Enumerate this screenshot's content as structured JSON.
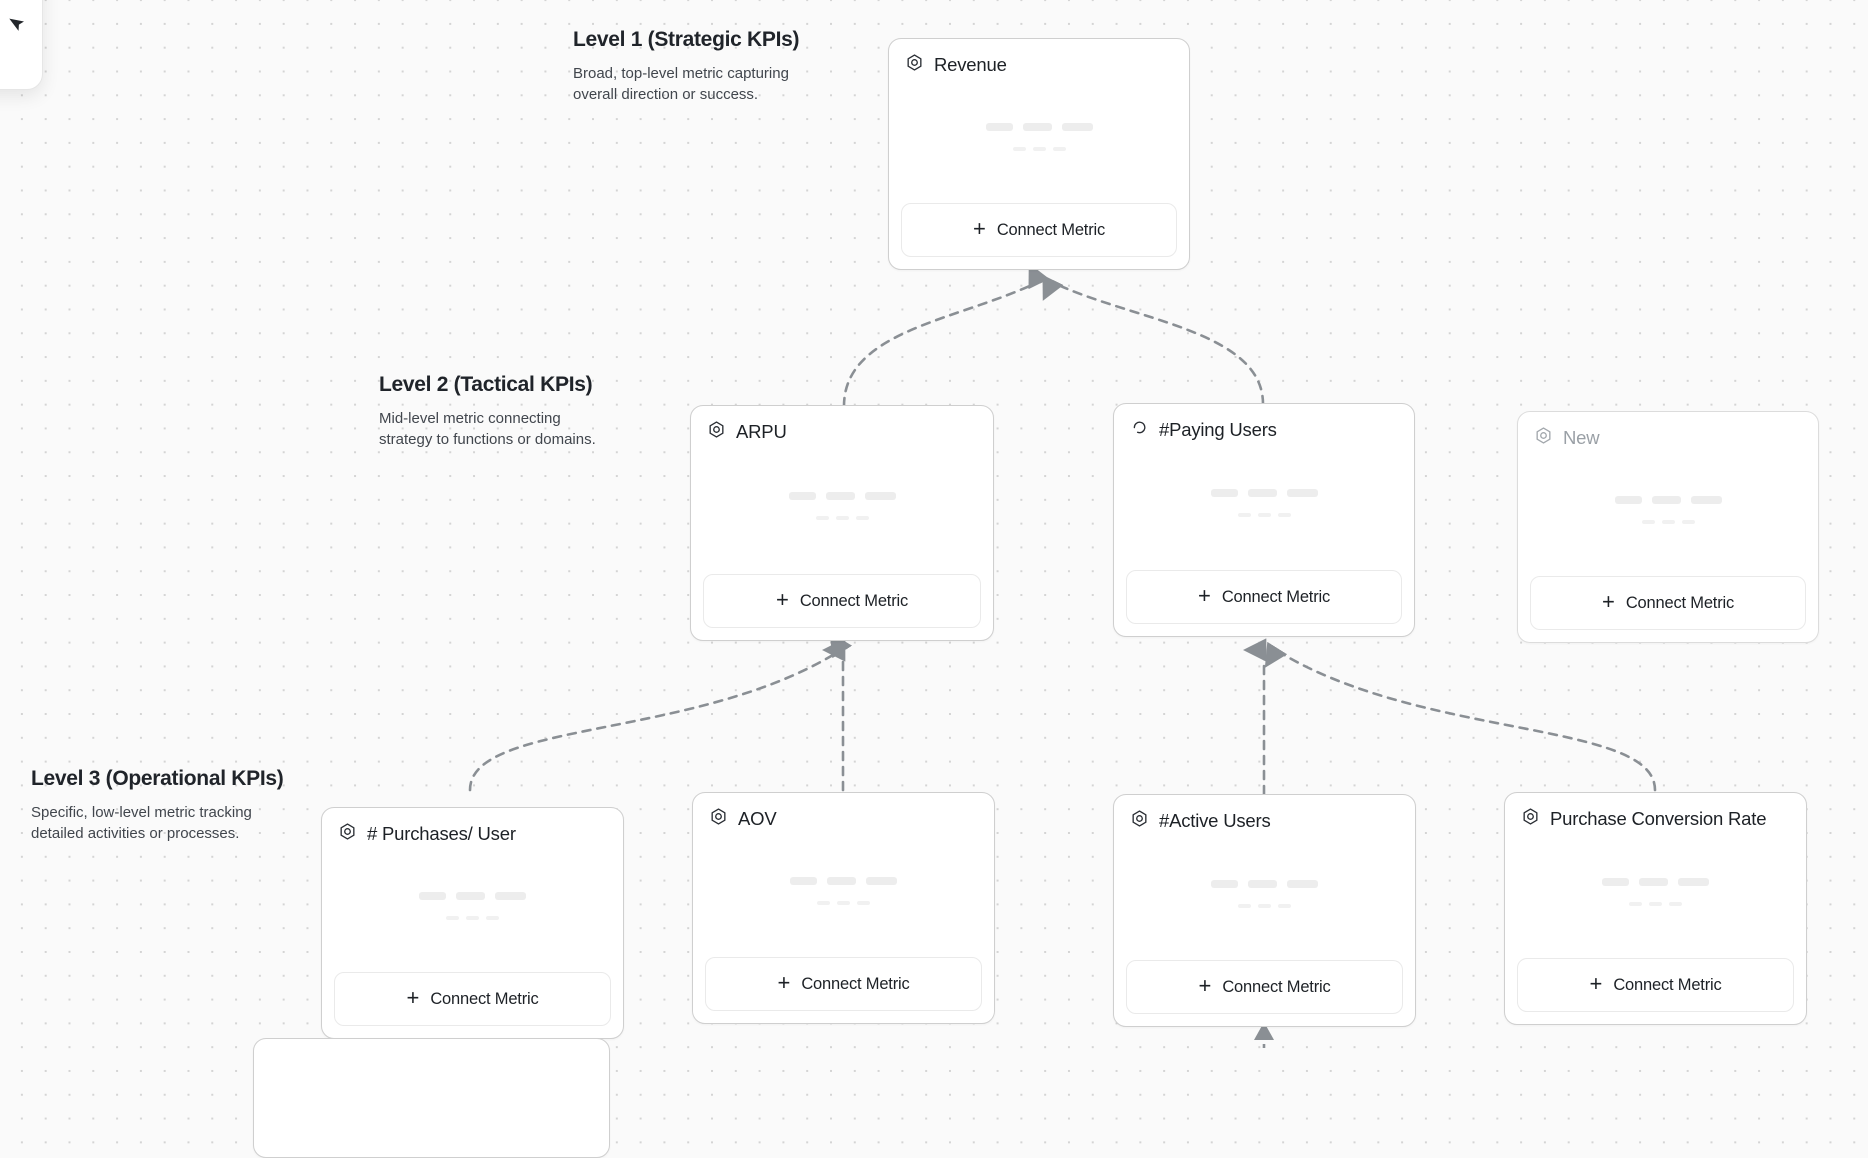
{
  "canvas": {
    "background_color": "#fafafa",
    "dot_color": "#d4d4d4",
    "edge_color": "#8a8f94"
  },
  "float_panel": {
    "glyph": "✐"
  },
  "levels": [
    {
      "id": "level-1",
      "title": "Level 1 (Strategic KPIs)",
      "description": "Broad, top-level metric capturing\noverall direction or success."
    },
    {
      "id": "level-2",
      "title": "Level 2 (Tactical KPIs)",
      "description": "Mid-level metric connecting\nstrategy to functions or domains."
    },
    {
      "id": "level-3",
      "title": "Level 3 (Operational KPIs)",
      "description": "Specific, low-level metric tracking\ndetailed activities or processes."
    }
  ],
  "connect_button": {
    "label": "Connect Metric",
    "icon": "plus-icon"
  },
  "nodes": [
    {
      "id": "revenue",
      "title": "Revenue",
      "icon": "hexagon-target-icon",
      "level": 1,
      "placeholder": false
    },
    {
      "id": "arpu",
      "title": "ARPU",
      "icon": "hexagon-target-icon",
      "level": 2,
      "placeholder": false
    },
    {
      "id": "paying-users",
      "title": "#Paying Users",
      "icon": "loading-spinner-icon",
      "level": 2,
      "placeholder": false
    },
    {
      "id": "new",
      "title": "New",
      "icon": "hexagon-target-icon",
      "level": 2,
      "placeholder": true
    },
    {
      "id": "purchases-per-user",
      "title": "# Purchases/ User",
      "icon": "hexagon-target-icon",
      "level": 3,
      "placeholder": false
    },
    {
      "id": "aov",
      "title": "AOV",
      "icon": "hexagon-target-icon",
      "level": 3,
      "placeholder": false
    },
    {
      "id": "active-users",
      "title": "#Active Users",
      "icon": "hexagon-target-icon",
      "level": 3,
      "placeholder": false
    },
    {
      "id": "purchase-conversion-rate",
      "title": "Purchase Conversion Rate",
      "icon": "hexagon-target-icon",
      "level": 3,
      "placeholder": false
    }
  ],
  "edges": [
    {
      "from": "arpu",
      "to": "revenue"
    },
    {
      "from": "paying-users",
      "to": "revenue"
    },
    {
      "from": "purchases-per-user",
      "to": "arpu"
    },
    {
      "from": "aov",
      "to": "arpu"
    },
    {
      "from": "active-users",
      "to": "paying-users"
    },
    {
      "from": "purchase-conversion-rate",
      "to": "paying-users"
    }
  ]
}
